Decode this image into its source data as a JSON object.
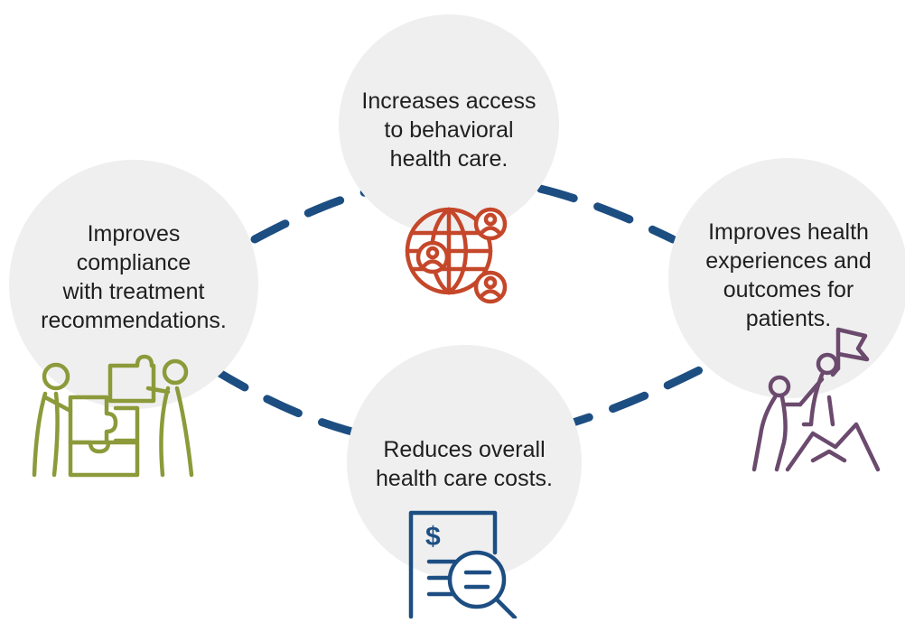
{
  "diagram": {
    "benefits": [
      {
        "id": "access",
        "text": "Increases access\nto behavioral\nhealth care.",
        "icon": "globe-people-icon",
        "color": "#c5472a"
      },
      {
        "id": "compliance",
        "text": "Improves\ncompliance\nwith treatment\nrecommendations.",
        "icon": "puzzle-teamwork-icon",
        "color": "#8c9a3a"
      },
      {
        "id": "outcomes",
        "text": "Improves health\nexperiences and\noutcomes for\npatients.",
        "icon": "summit-helping-hand-icon",
        "color": "#6b4a6e"
      },
      {
        "id": "costs",
        "text": "Reduces overall\nhealth care costs.",
        "icon": "dollar-document-search-icon",
        "color": "#1d4e82"
      }
    ],
    "connector_color": "#1d4e82",
    "bubble_color": "#efefef"
  }
}
